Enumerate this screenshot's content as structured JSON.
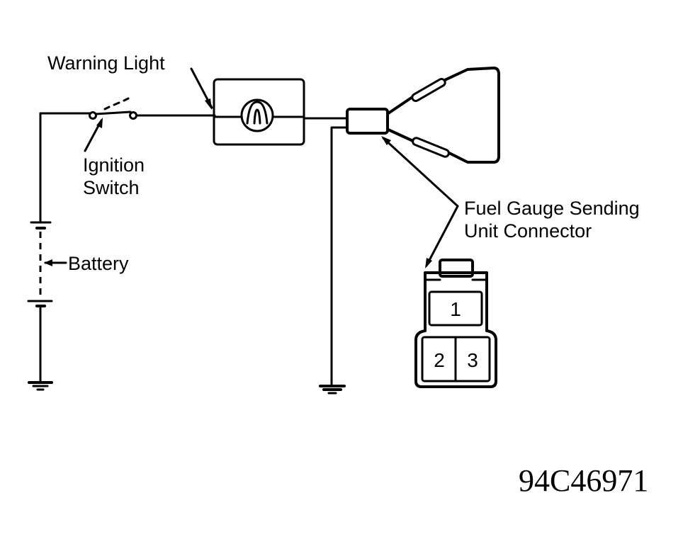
{
  "diagram": {
    "type": "wiring-schematic",
    "labels": {
      "warning_light": "Warning Light",
      "ignition_switch_line1": "Ignition",
      "ignition_switch_line2": "Switch",
      "battery": "Battery",
      "fuel_gauge_line1": "Fuel Gauge Sending",
      "fuel_gauge_line2": "Unit Connector"
    },
    "connector_pins": [
      "1",
      "2",
      "3"
    ],
    "figure_id": "94C46971",
    "colors": {
      "line": "#000000",
      "background": "#ffffff"
    }
  }
}
